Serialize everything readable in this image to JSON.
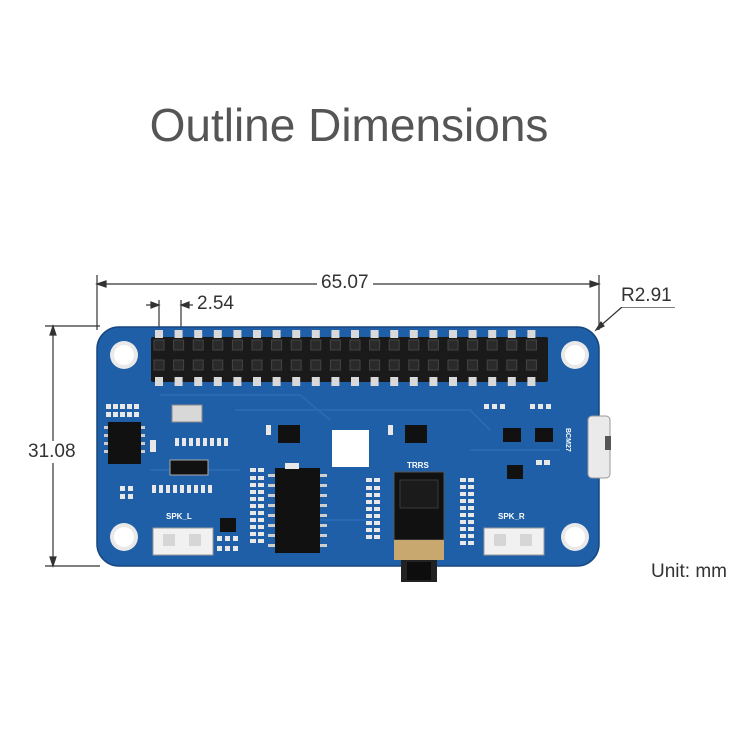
{
  "title": "Outline Dimensions",
  "dimensions": {
    "width": "65.07",
    "pin_pitch": "2.54",
    "corner_radius": "R2.91",
    "height": "31.08"
  },
  "unit": "Unit: mm",
  "board": {
    "color": "#1f5fa8",
    "labels": {
      "spk_l": "SPK_L",
      "spk_r": "SPK_R",
      "trrs": "TRRS",
      "bcm27": "BCM27"
    }
  }
}
